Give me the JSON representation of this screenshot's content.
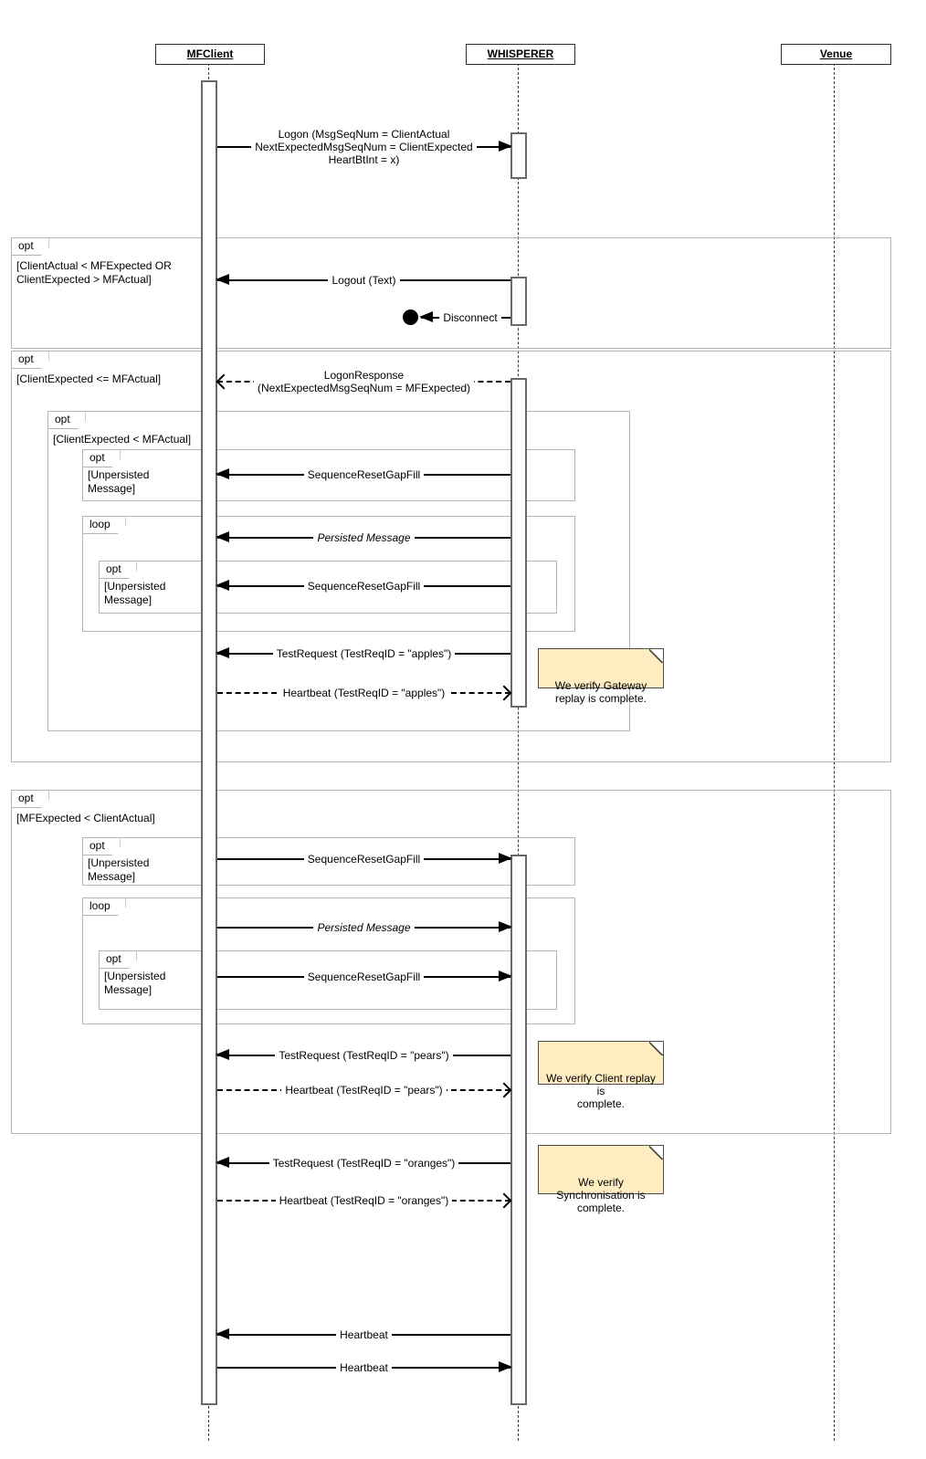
{
  "lifelines": [
    {
      "label": "MFClient"
    },
    {
      "label": "WHISPERER"
    },
    {
      "label": "Venue"
    }
  ],
  "frames": [
    {
      "operator": "opt",
      "guard": "[ClientActual < MFExpected OR\nClientExpected > MFActual]"
    },
    {
      "operator": "opt",
      "guard": "[ClientExpected <= MFActual]"
    },
    {
      "operator": "opt",
      "guard": "[ClientExpected < MFActual]"
    },
    {
      "operator": "opt",
      "guard": "[Unpersisted\nMessage]"
    },
    {
      "operator": "loop",
      "guard": ""
    },
    {
      "operator": "opt",
      "guard": "[Unpersisted\nMessage]"
    },
    {
      "operator": "opt",
      "guard": "[MFExpected < ClientActual]"
    },
    {
      "operator": "opt",
      "guard": "[Unpersisted\nMessage]"
    },
    {
      "operator": "loop",
      "guard": ""
    },
    {
      "operator": "opt",
      "guard": "[Unpersisted\nMessage]"
    }
  ],
  "messages": [
    {
      "label": "Logon (MsgSeqNum = ClientActual\nNextExpectedMsgSeqNum = ClientExpected\nHeartBtInt = x)"
    },
    {
      "label": "Logout (Text)"
    },
    {
      "label": "Disconnect"
    },
    {
      "label": "LogonResponse\n(NextExpectedMsgSeqNum = MFExpected)"
    },
    {
      "label": "SequenceResetGapFill"
    },
    {
      "label": "Persisted Message"
    },
    {
      "label": "SequenceResetGapFill"
    },
    {
      "label": "TestRequest (TestReqID = \"apples\")"
    },
    {
      "label": "Heartbeat (TestReqID = \"apples\")"
    },
    {
      "label": "SequenceResetGapFill"
    },
    {
      "label": "Persisted Message"
    },
    {
      "label": "SequenceResetGapFill"
    },
    {
      "label": "TestRequest (TestReqID = \"pears\")"
    },
    {
      "label": "Heartbeat (TestReqID = \"pears\")"
    },
    {
      "label": "TestRequest (TestReqID = \"oranges\")"
    },
    {
      "label": "Heartbeat (TestReqID = \"oranges\")"
    },
    {
      "label": "Heartbeat"
    },
    {
      "label": "Heartbeat"
    }
  ],
  "notes": [
    {
      "text": "We verify Gateway\nreplay is complete."
    },
    {
      "text": "We verify Client replay is\ncomplete."
    },
    {
      "text": "We verify\nSynchronisation is\ncomplete."
    }
  ],
  "colors": {
    "note_fill": "#ffedc2",
    "note_border": "#4d4d4d",
    "frame_border": "#b4b4b4",
    "line_color": "#000000"
  }
}
